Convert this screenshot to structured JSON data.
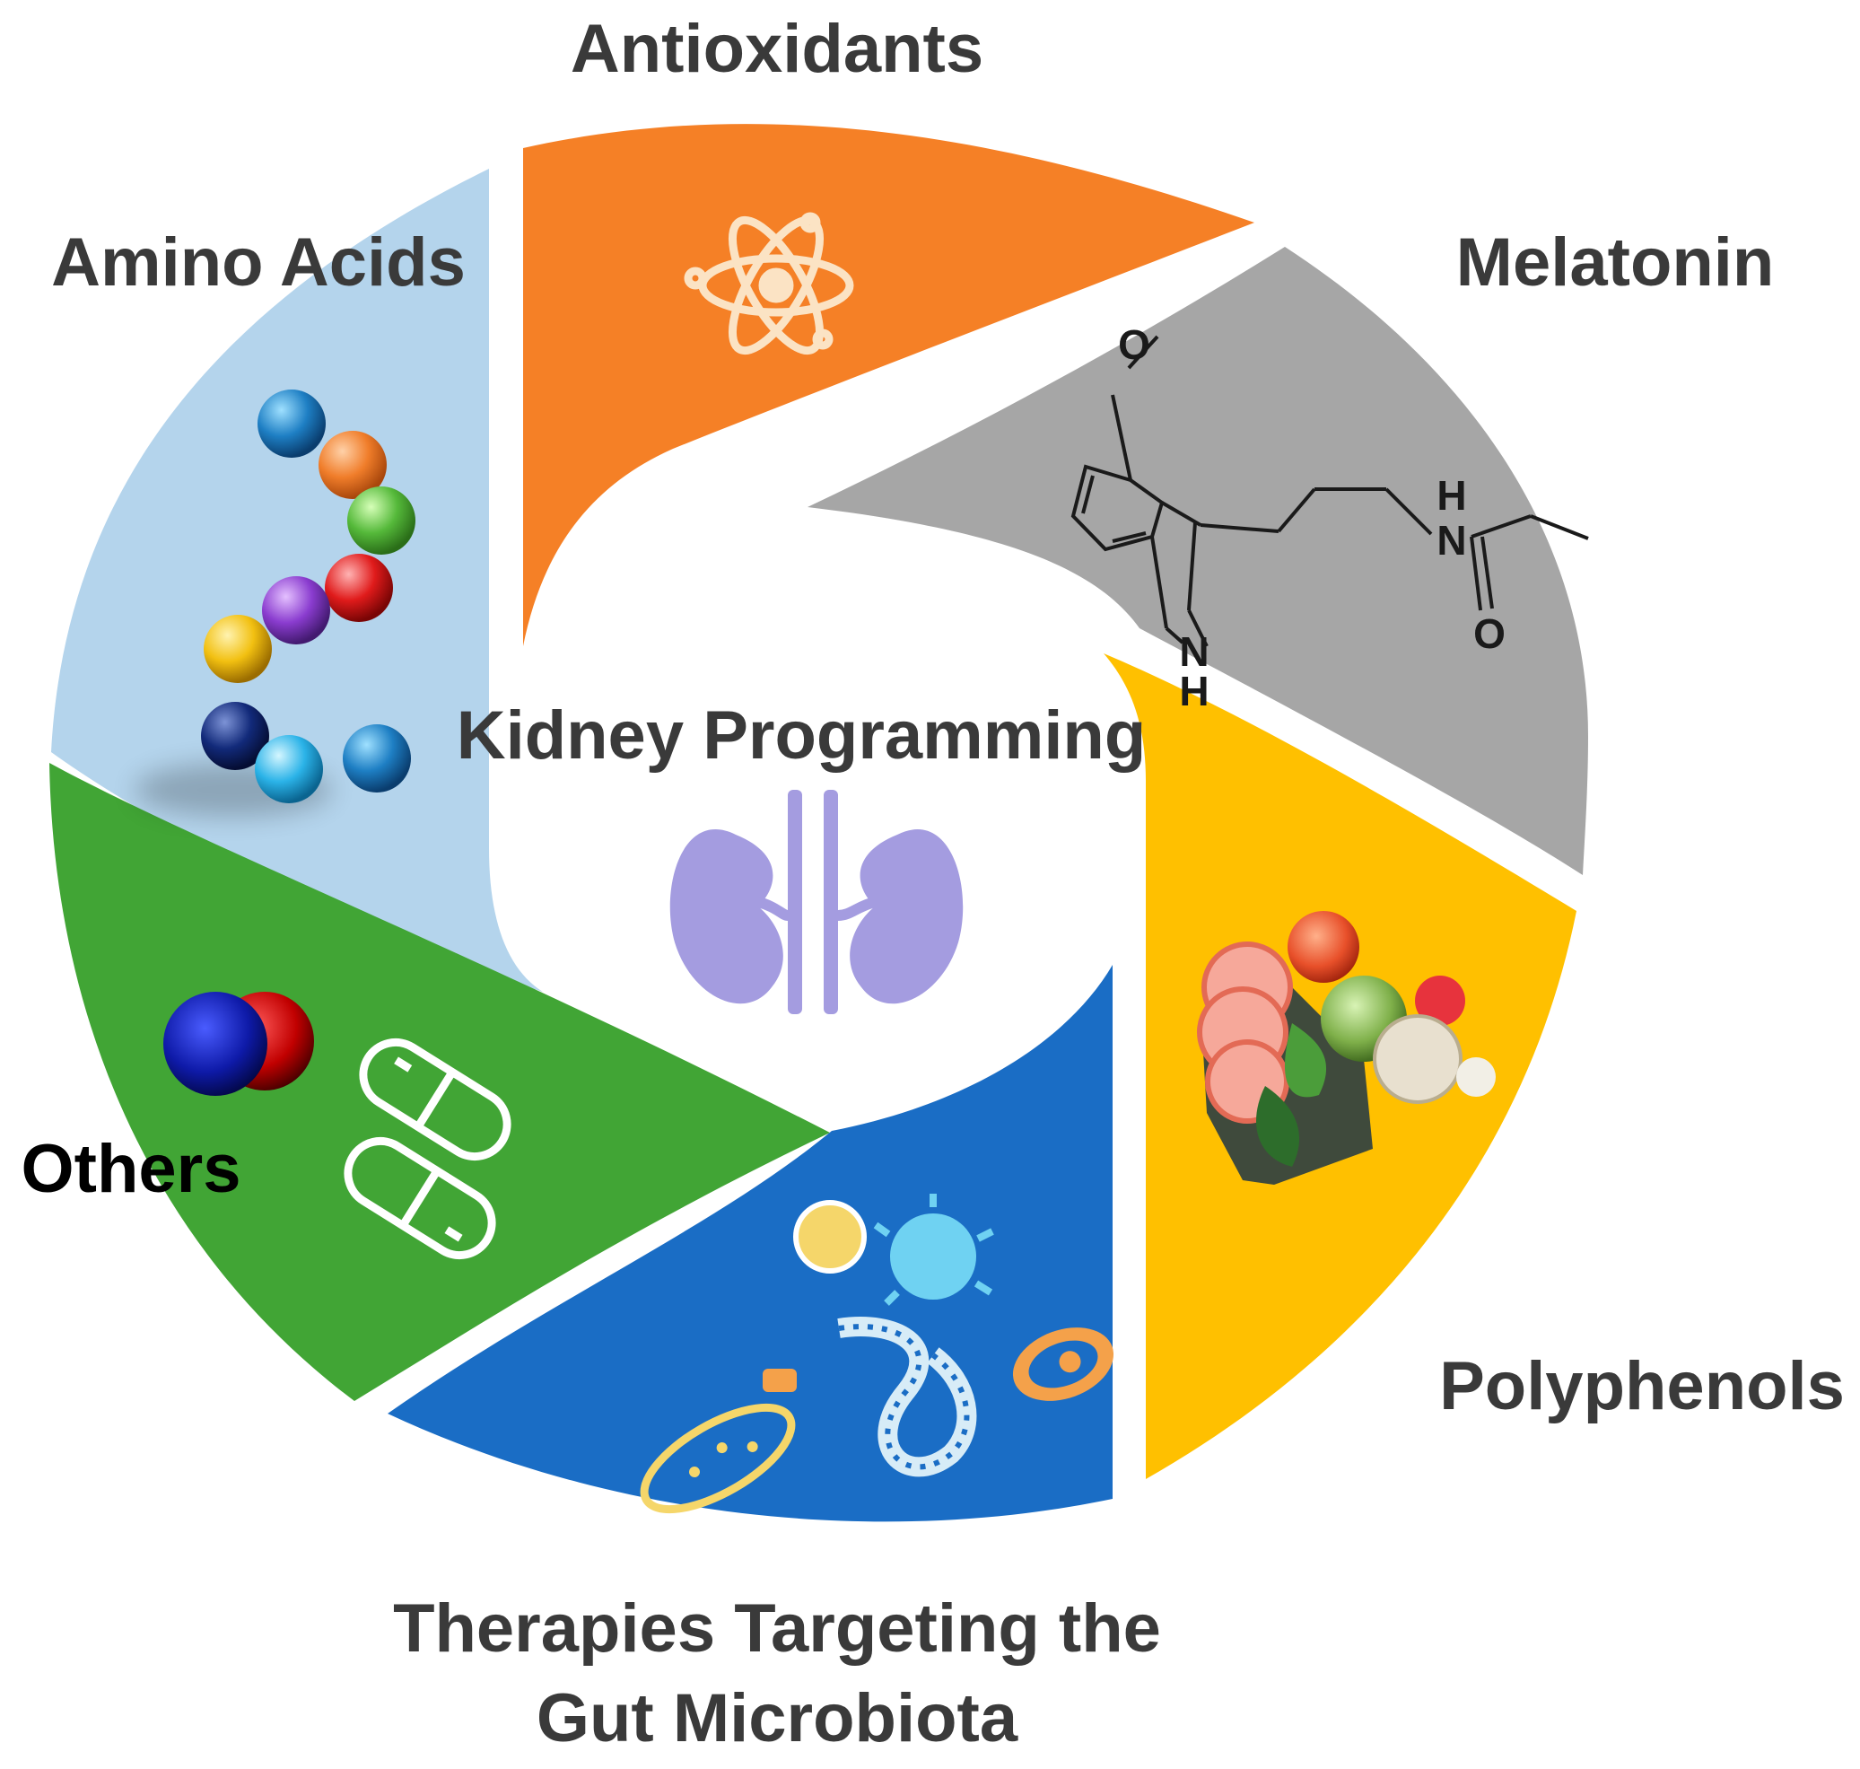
{
  "center": {
    "title": "Kidney Programming",
    "icon": "kidney-icon"
  },
  "segments": [
    {
      "id": "antioxidants",
      "label": "Antioxidants",
      "color": "#F58026",
      "icon": "atom-icon"
    },
    {
      "id": "melatonin",
      "label": "Melatonin",
      "color": "#A6A6A6",
      "icon": "melatonin-structure-icon",
      "atoms": {
        "o_top": "O",
        "nh_n": "N",
        "nh_h": "H",
        "amide_h": "H",
        "amide_n": "N",
        "amide_o": "O"
      }
    },
    {
      "id": "polyphenols",
      "label": "Polyphenols",
      "color": "#FFC000",
      "icon": "fruit-vegetables-icon"
    },
    {
      "id": "gut",
      "label": [
        "Therapies Targeting the",
        "Gut Microbiota"
      ],
      "color": "#1A6DC5",
      "icon": "microbes-icon"
    },
    {
      "id": "others",
      "label": "Others",
      "color": "#41A535",
      "icon": "pills-icon"
    },
    {
      "id": "amino",
      "label": "Amino Acids",
      "color": "#B4D4EC",
      "icon": "amino-acid-chain-icon"
    }
  ],
  "colors": {
    "kidney": "#A49CE0",
    "label_text": "#3A3A3A",
    "others_text": "#000000"
  }
}
